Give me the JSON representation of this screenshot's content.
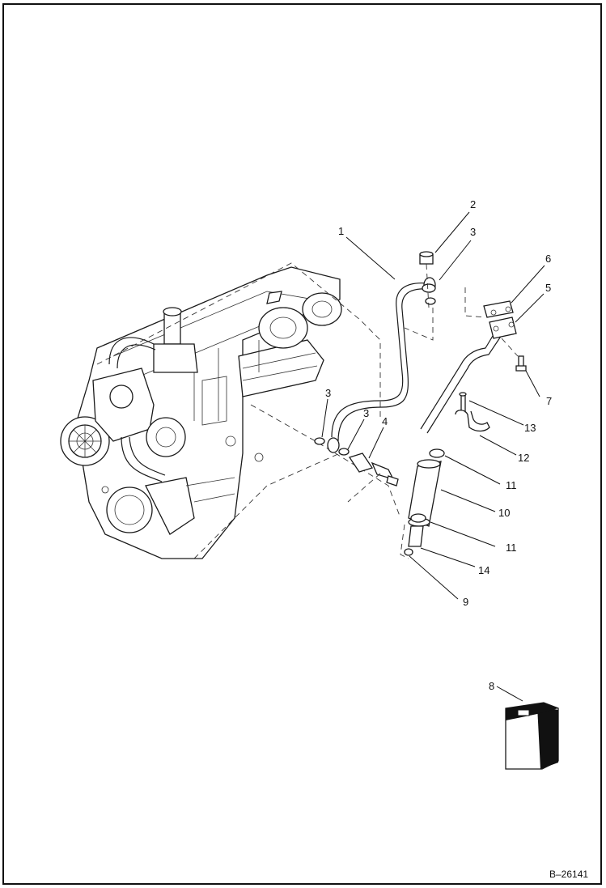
{
  "diagram": {
    "figure_ref": "B–26141",
    "callouts": {
      "c1": "1",
      "c2": "2",
      "c3a": "3",
      "c3b": "3",
      "c3c": "3",
      "c4": "4",
      "c5": "5",
      "c6": "6",
      "c7": "7",
      "c8": "8",
      "c9": "9",
      "c10": "10",
      "c11a": "11",
      "c11b": "11",
      "c12": "12",
      "c13": "13",
      "c14": "14"
    }
  }
}
